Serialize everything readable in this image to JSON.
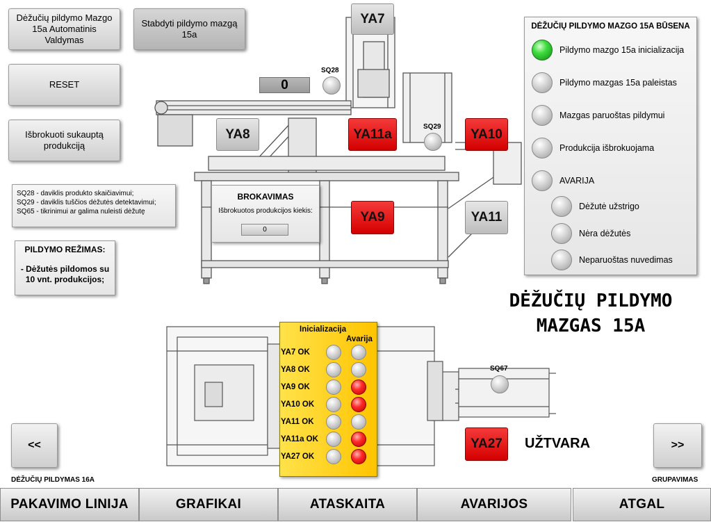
{
  "control_buttons": {
    "auto_control": "Dėžučių pildymo Mazgo 15a Automatinis Valdymas",
    "stop": "Stabdyti pildymo mazgą 15a",
    "reset": "RESET",
    "reject": "Išbrokuoti sukauptą produkciją"
  },
  "counter": {
    "value": "0"
  },
  "sensors": {
    "sq28": "SQ28",
    "sq29": "SQ29",
    "sq67": "SQ67"
  },
  "actuators": {
    "ya7": "YA7",
    "ya8": "YA8",
    "ya11a": "YA11a",
    "ya10": "YA10",
    "ya9": "YA9",
    "ya11": "YA11",
    "ya27": "YA27"
  },
  "legend": {
    "line1": "SQ28 - daviklis produkto skaičiavimui;",
    "line2": "SQ29 - daviklis tuščios dėžutės detektavimui;",
    "line3": "SQ65 - tikrinimui ar galima nuleisti dėžutę"
  },
  "mode": {
    "title": "PILDYMO REŽIMAS:",
    "text": "- Dėžutės pildomos su 10 vnt. produkcijos;"
  },
  "reject_panel": {
    "title": "BROKAVIMAS",
    "label": "Išbrokuotos produkcijos kiekis:",
    "value": "0"
  },
  "status_panel": {
    "title": "DĖŽUČIŲ PILDYMO MAZGO 15A BŪSENA",
    "items": [
      {
        "label": "Pildymo mazgo 15a inicializacija",
        "state": "green"
      },
      {
        "label": "Pildymo mazgas 15a paleistas",
        "state": "off"
      },
      {
        "label": "Mazgas paruoštas pildymui",
        "state": "off"
      },
      {
        "label": "Produkcija išbrokuojama",
        "state": "off"
      },
      {
        "label": "AVARIJA",
        "state": "off"
      }
    ],
    "sub_items": [
      {
        "label": "Dėžutė užstrigo",
        "state": "off"
      },
      {
        "label": "Nėra dėžutės",
        "state": "off"
      },
      {
        "label": "Neparuoštas nuvedimas",
        "state": "off"
      }
    ]
  },
  "main_title": {
    "line1": "DĖŽUČIŲ PILDYMO",
    "line2": "MAZGAS 15A"
  },
  "init_panel": {
    "col1": "Inicializacija",
    "col2": "Avarija",
    "rows": [
      {
        "label": "YA7 OK",
        "init": "off",
        "alarm": "off"
      },
      {
        "label": "YA8 OK",
        "init": "off",
        "alarm": "off"
      },
      {
        "label": "YA9 OK",
        "init": "off",
        "alarm": "red"
      },
      {
        "label": "YA10 OK",
        "init": "off",
        "alarm": "red"
      },
      {
        "label": "YA11 OK",
        "init": "off",
        "alarm": "off"
      },
      {
        "label": "YA11a OK",
        "init": "off",
        "alarm": "red"
      },
      {
        "label": "YA27 OK",
        "init": "off",
        "alarm": "red"
      }
    ]
  },
  "gate_label": "UŽTVARA",
  "nav": {
    "prev_label": "<<",
    "next_label": ">>",
    "prev_caption": "DĖŽUČIŲ PILDYMAS 16A",
    "next_caption": "GRUPAVIMAS"
  },
  "bottom_nav": [
    "PAKAVIMO LINIJA",
    "GRAFIKAI",
    "ATASKAITA",
    "AVARIJOS",
    "ATGAL"
  ],
  "colors": {
    "alarm_red": "#e00000",
    "ok_green": "#2fd02f",
    "panel_yellow": "#ffd21a"
  }
}
